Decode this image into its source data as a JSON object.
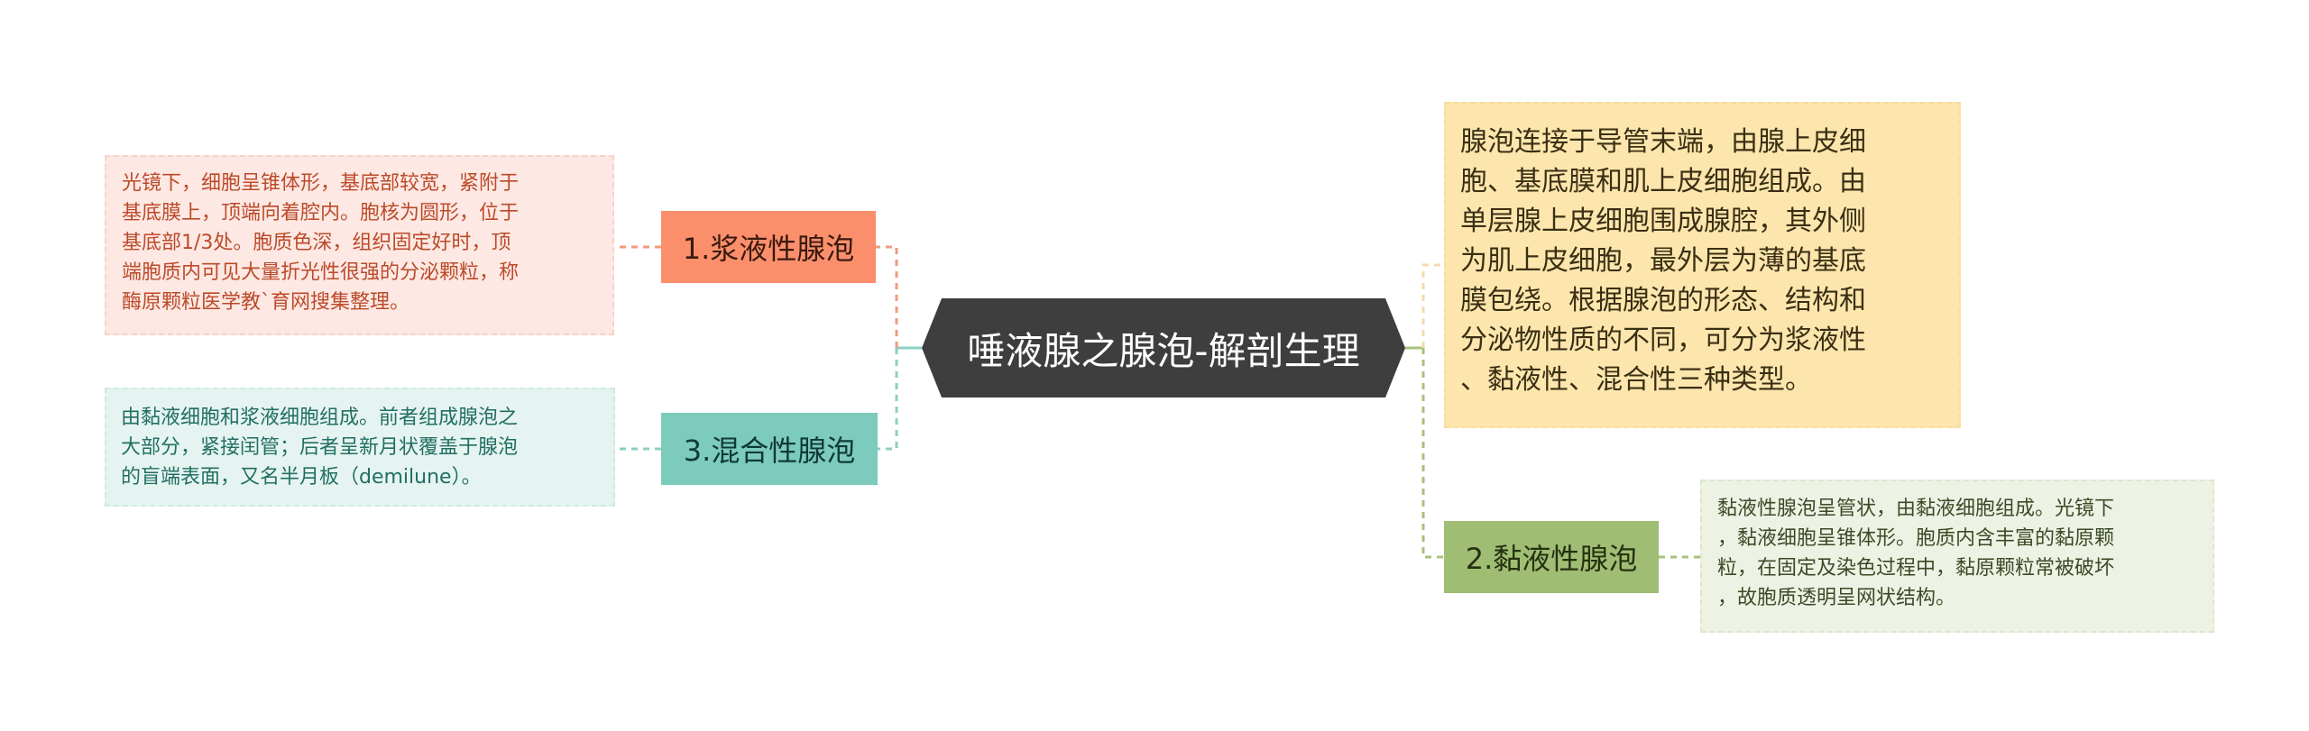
{
  "central": {
    "title": "唾液腺之腺泡-解剖生理"
  },
  "branches": {
    "serous": {
      "label": "1.浆液性腺泡"
    },
    "mucous": {
      "label": "2.黏液性腺泡"
    },
    "mixed": {
      "label": "3.混合性腺泡"
    }
  },
  "details": {
    "serous_lines": [
      "光镜下，细胞呈锥体形，基底部较宽，紧附于",
      "基底膜上，顶端向着腔内。胞核为圆形，位于",
      "基底部1/3处。胞质色深，组织固定好时，顶",
      "端胞质内可见大量折光性很强的分泌颗粒，称",
      "酶原颗粒医学教`育网搜集整理。"
    ],
    "mixed_lines": [
      "由黏液细胞和浆液细胞组成。前者组成腺泡之",
      "大部分，紧接闰管；后者呈新月状覆盖于腺泡",
      "的盲端表面，又名半月板（demilune）。"
    ],
    "overview_lines": [
      "腺泡连接于导管末端，由腺上皮细",
      "胞、基底膜和肌上皮细胞组成。由",
      "单层腺上皮细胞围成腺腔，其外侧",
      "为肌上皮细胞，最外层为薄的基底",
      "膜包绕。根据腺泡的形态、结构和",
      "分泌物性质的不同，可分为浆液性",
      "、黏液性、混合性三种类型。"
    ],
    "mucous_lines": [
      "黏液性腺泡呈管状，由黏液细胞组成。光镜下",
      "，黏液细胞呈锥体形。胞质内含丰富的黏原颗",
      "粒，在固定及染色过程中，黏原颗粒常被破坏",
      "，故胞质透明呈网状结构。"
    ]
  },
  "colors": {
    "serous_link": "#f19a7e",
    "mixed_link": "#8ccfc3",
    "overview_link": "#f3dcae",
    "mucous_link": "#a9c07e"
  }
}
